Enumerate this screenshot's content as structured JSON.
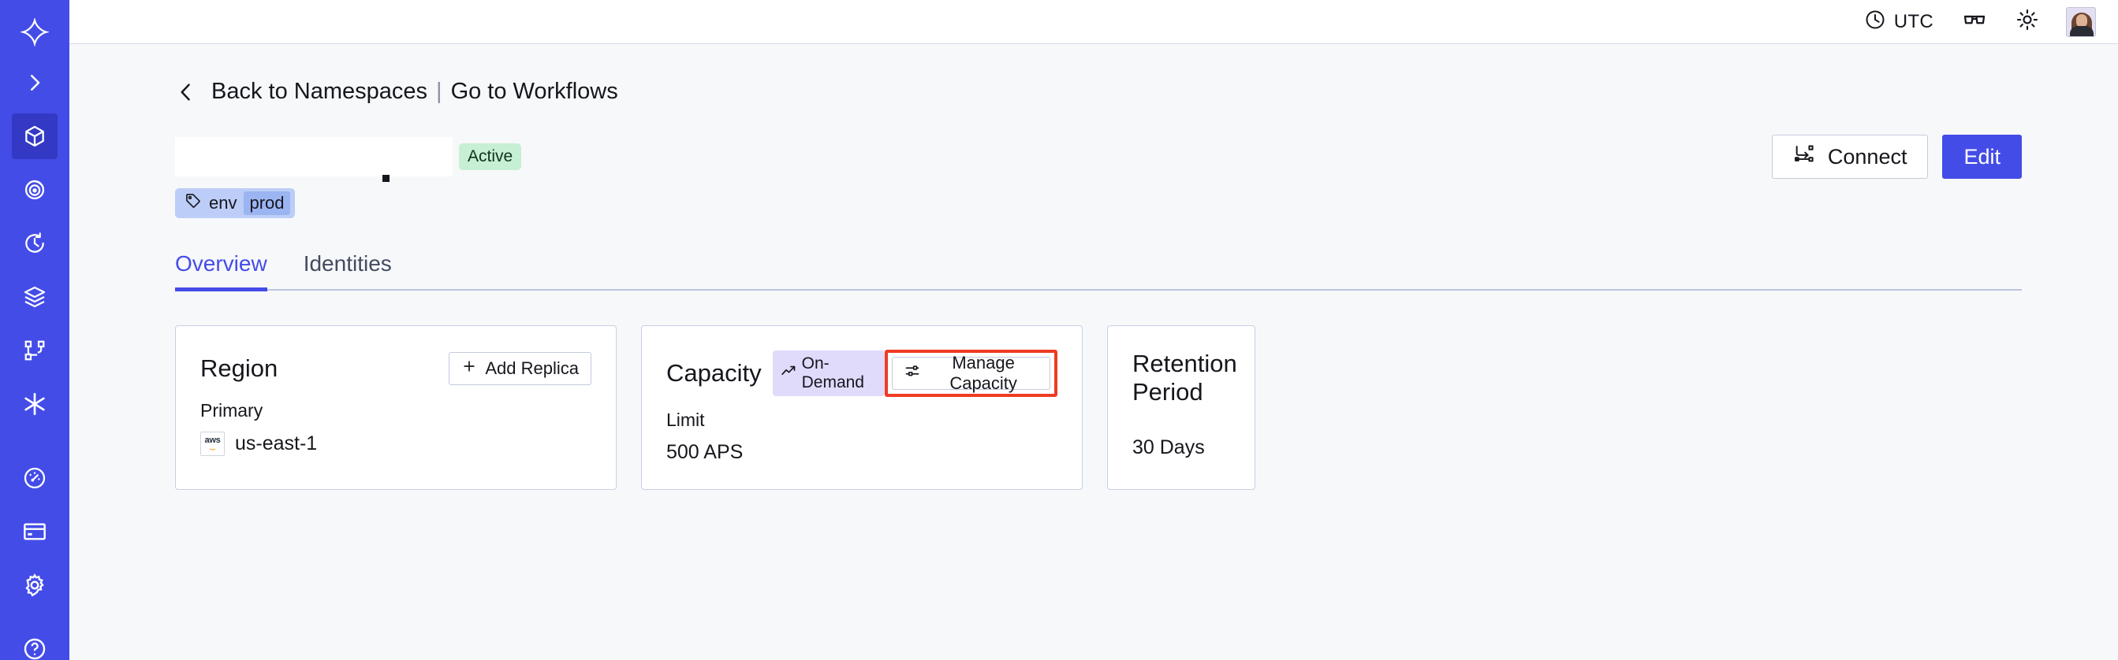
{
  "sidebar": {
    "brand_color": "#444ce7",
    "active_color": "#3339c4",
    "items": [
      {
        "name": "logo",
        "icon": "temporal-logo-icon",
        "label": "Temporal"
      },
      {
        "name": "expand",
        "icon": "chevron-right-icon",
        "label": "Expand navigation"
      },
      {
        "name": "namespaces",
        "icon": "cube-icon",
        "label": "Namespaces",
        "active": true
      },
      {
        "name": "observability",
        "icon": "eye-spiral-icon",
        "label": "Observability"
      },
      {
        "name": "schedules",
        "icon": "clock-arrow-icon",
        "label": "Schedules"
      },
      {
        "name": "batch",
        "icon": "layers-icon",
        "label": "Batch Operations"
      },
      {
        "name": "nexus",
        "icon": "node-graph-icon",
        "label": "Nexus"
      },
      {
        "name": "worker",
        "icon": "asterisk-icon",
        "label": "Workers"
      },
      {
        "name": "usage",
        "icon": "gauge-icon",
        "label": "Usage"
      },
      {
        "name": "billing",
        "icon": "credit-card-icon",
        "label": "Billing"
      },
      {
        "name": "settings",
        "icon": "gear-icon",
        "label": "Settings"
      }
    ]
  },
  "topbar": {
    "timezone_icon": "clock-icon",
    "timezone": "UTC",
    "reading_icon": "glasses-icon",
    "theme_icon": "sun-icon",
    "avatar_label": "User avatar"
  },
  "breadcrumb": {
    "back_icon": "chevron-left-icon",
    "back_label": "Back to Namespaces",
    "divider": "|",
    "forward_label": "Go to Workflows"
  },
  "header": {
    "title": "",
    "status_badge": "Active",
    "status_color": "#c7efd4",
    "connect_label": "Connect",
    "connect_icon": "connect-nodes-icon",
    "edit_label": "Edit",
    "edit_color": "#444ce7",
    "tag": {
      "icon": "tag-icon",
      "key": "env",
      "value": "prod"
    }
  },
  "tabs": [
    {
      "label": "Overview",
      "selected": true
    },
    {
      "label": "Identities",
      "selected": false
    }
  ],
  "cards": {
    "region": {
      "title": "Region",
      "action_label": "Add Replica",
      "action_icon": "plus-icon",
      "sub_label": "Primary",
      "provider_icon": "aws-icon",
      "provider_top": "aws",
      "value": "us-east-1"
    },
    "capacity": {
      "title": "Capacity",
      "badge_icon": "trending-up-icon",
      "badge_label": "On-Demand",
      "badge_color": "#e0dafb",
      "action_label": "Manage Capacity",
      "action_icon": "sliders-icon",
      "highlight_color": "#ef3b23",
      "sub_label": "Limit",
      "value": "500 APS"
    },
    "retention": {
      "title": "Retention Period",
      "value": "30 Days"
    }
  }
}
